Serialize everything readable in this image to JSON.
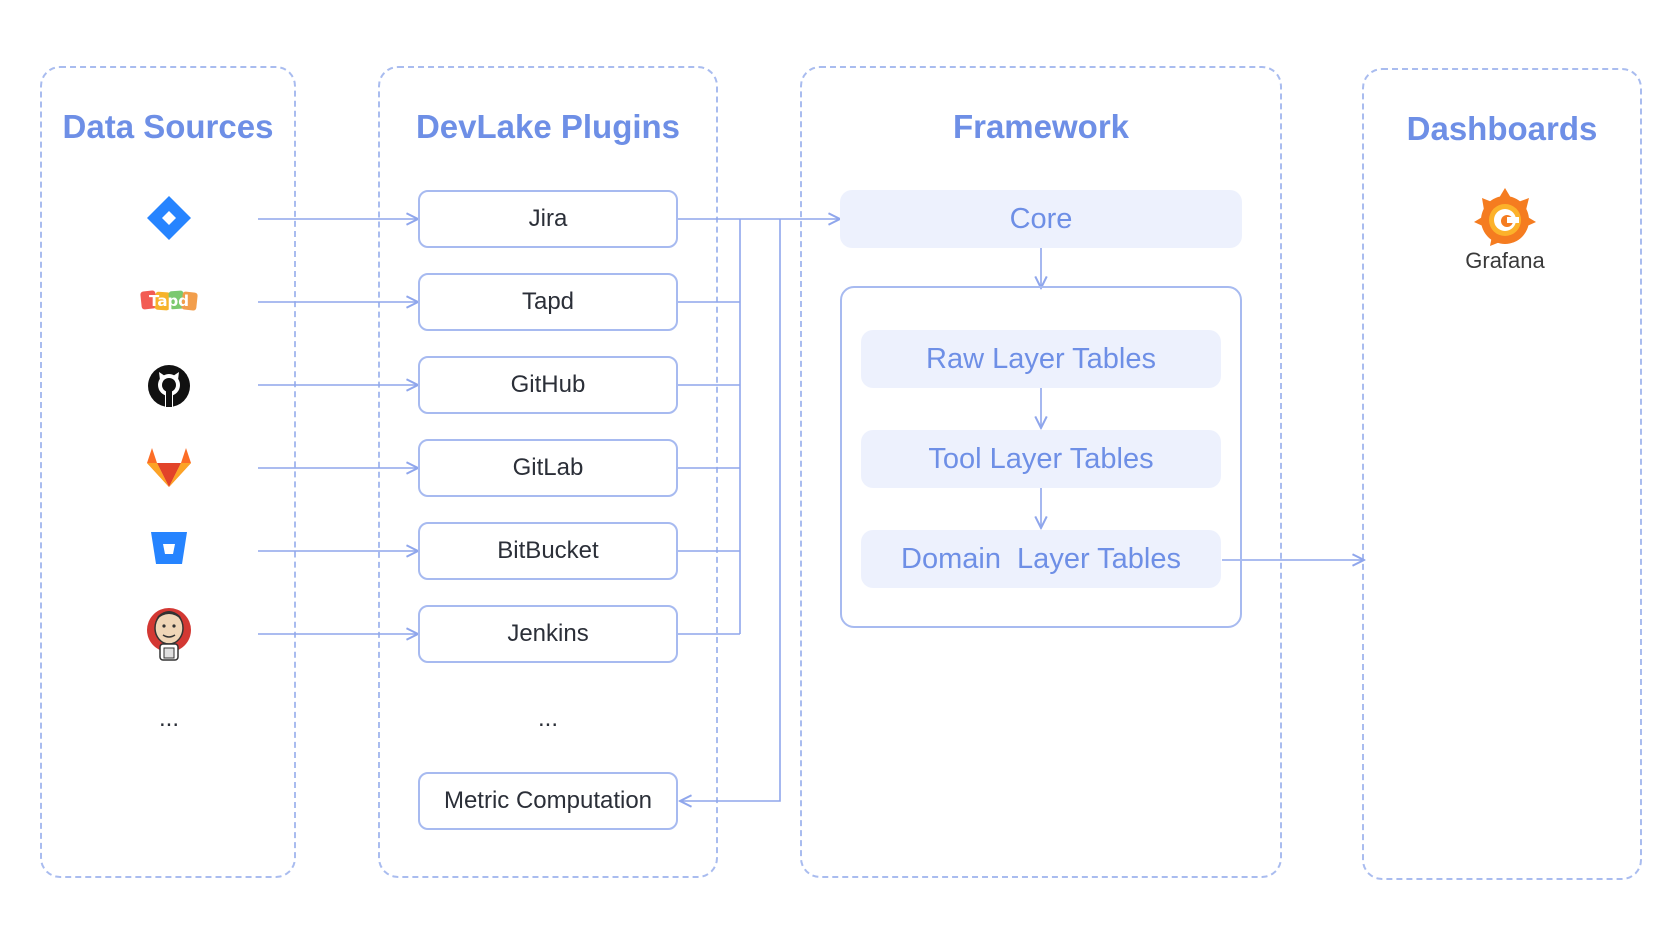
{
  "columns": {
    "sources": {
      "title": "Data Sources",
      "more": "..."
    },
    "plugins": {
      "title": "DevLake Plugins",
      "more": "..."
    },
    "framework": {
      "title": "Framework"
    },
    "dashboards": {
      "title": "Dashboards"
    }
  },
  "sources": [
    {
      "icon": "jira-icon"
    },
    {
      "icon": "tapd-icon",
      "text": "Tapd"
    },
    {
      "icon": "github-icon"
    },
    {
      "icon": "gitlab-icon"
    },
    {
      "icon": "bitbucket-icon"
    },
    {
      "icon": "jenkins-icon"
    }
  ],
  "plugins": [
    "Jira",
    "Tapd",
    "GitHub",
    "GitLab",
    "BitBucket",
    "Jenkins"
  ],
  "metric_plugin": "Metric Computation",
  "framework": {
    "core": "Core",
    "layers": [
      "Raw Layer Tables",
      "Tool Layer Tables",
      "Domain  Layer Tables"
    ]
  },
  "dashboard": {
    "name": "Grafana",
    "icon": "grafana-icon"
  },
  "colors": {
    "accent": "#6e8fe6",
    "border": "#a7baf0",
    "box_fill": "#edf1fd",
    "text": "#2b2f38"
  }
}
